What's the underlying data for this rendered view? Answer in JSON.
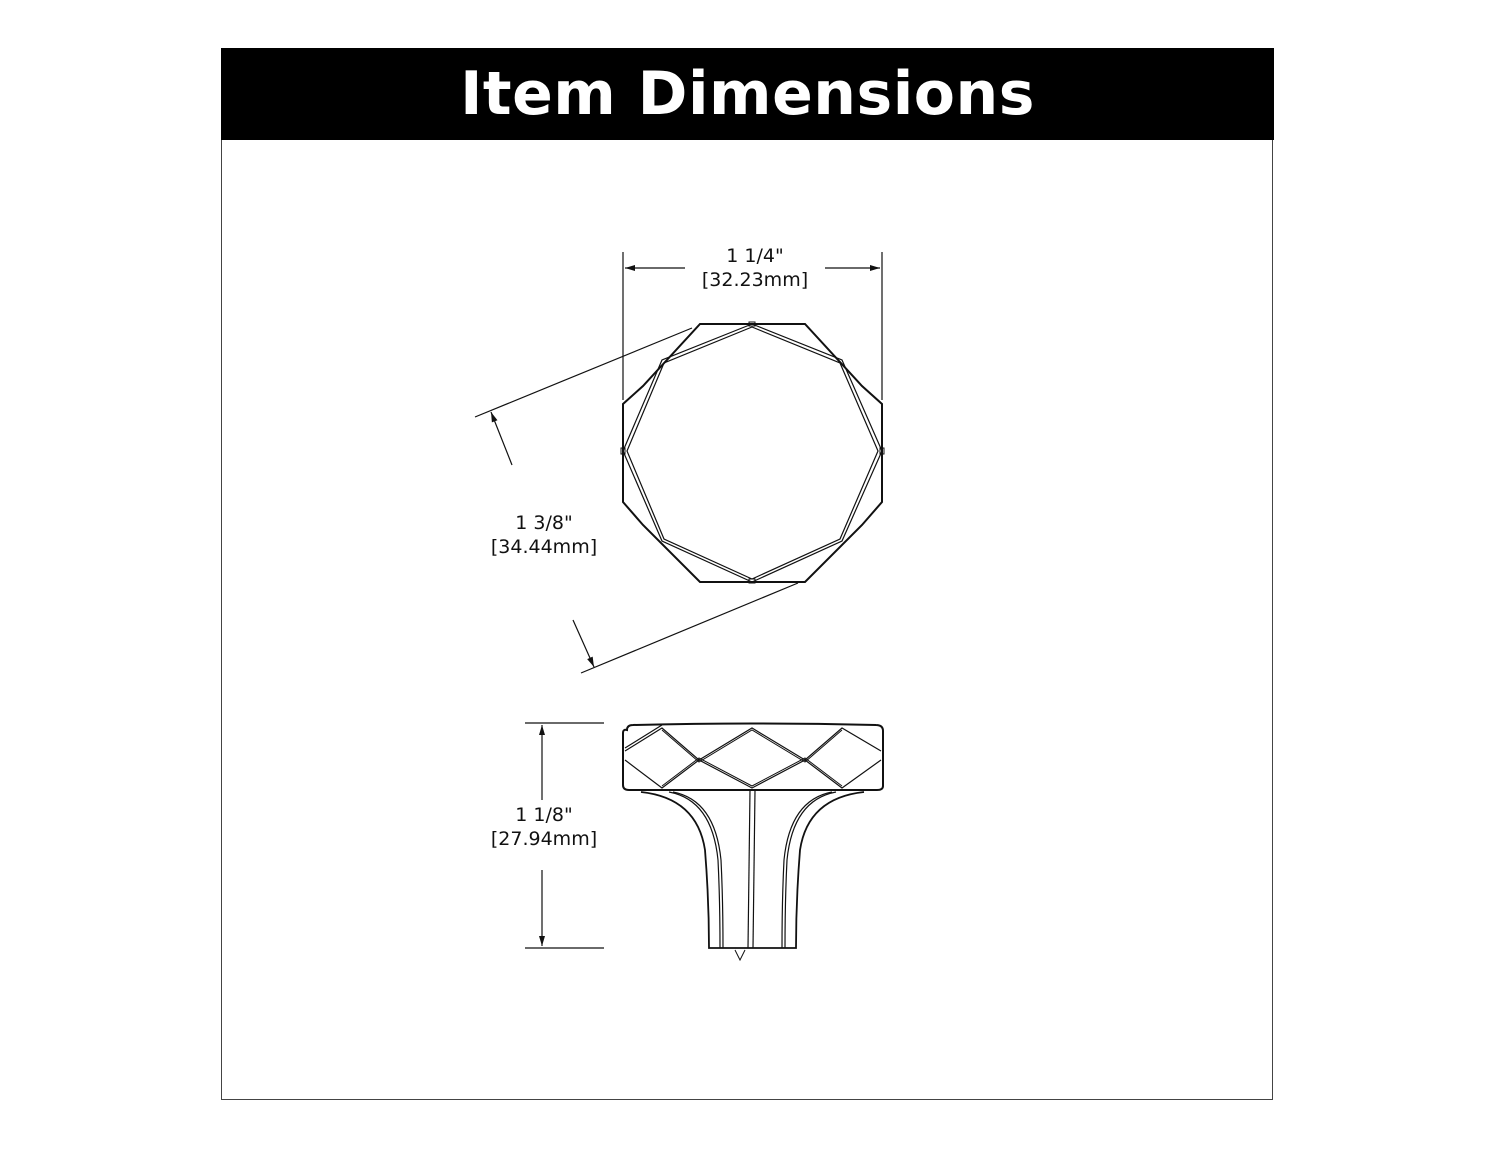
{
  "header": {
    "title": "Item Dimensions",
    "background": "#000000",
    "text_color": "#ffffff"
  },
  "dimensions": {
    "width": {
      "imperial": "1 1/4\"",
      "metric": "[32.23mm]"
    },
    "diagonal": {
      "imperial": "1 3/8\"",
      "metric": "[34.44mm]"
    },
    "height": {
      "imperial": "1 1/8\"",
      "metric": "[27.94mm]"
    }
  },
  "views": [
    {
      "name": "top-view",
      "shape": "decagon knob face with faceted pattern"
    },
    {
      "name": "side-view",
      "shape": "knob profile with diamond-faceted cap and flared stem"
    }
  ]
}
